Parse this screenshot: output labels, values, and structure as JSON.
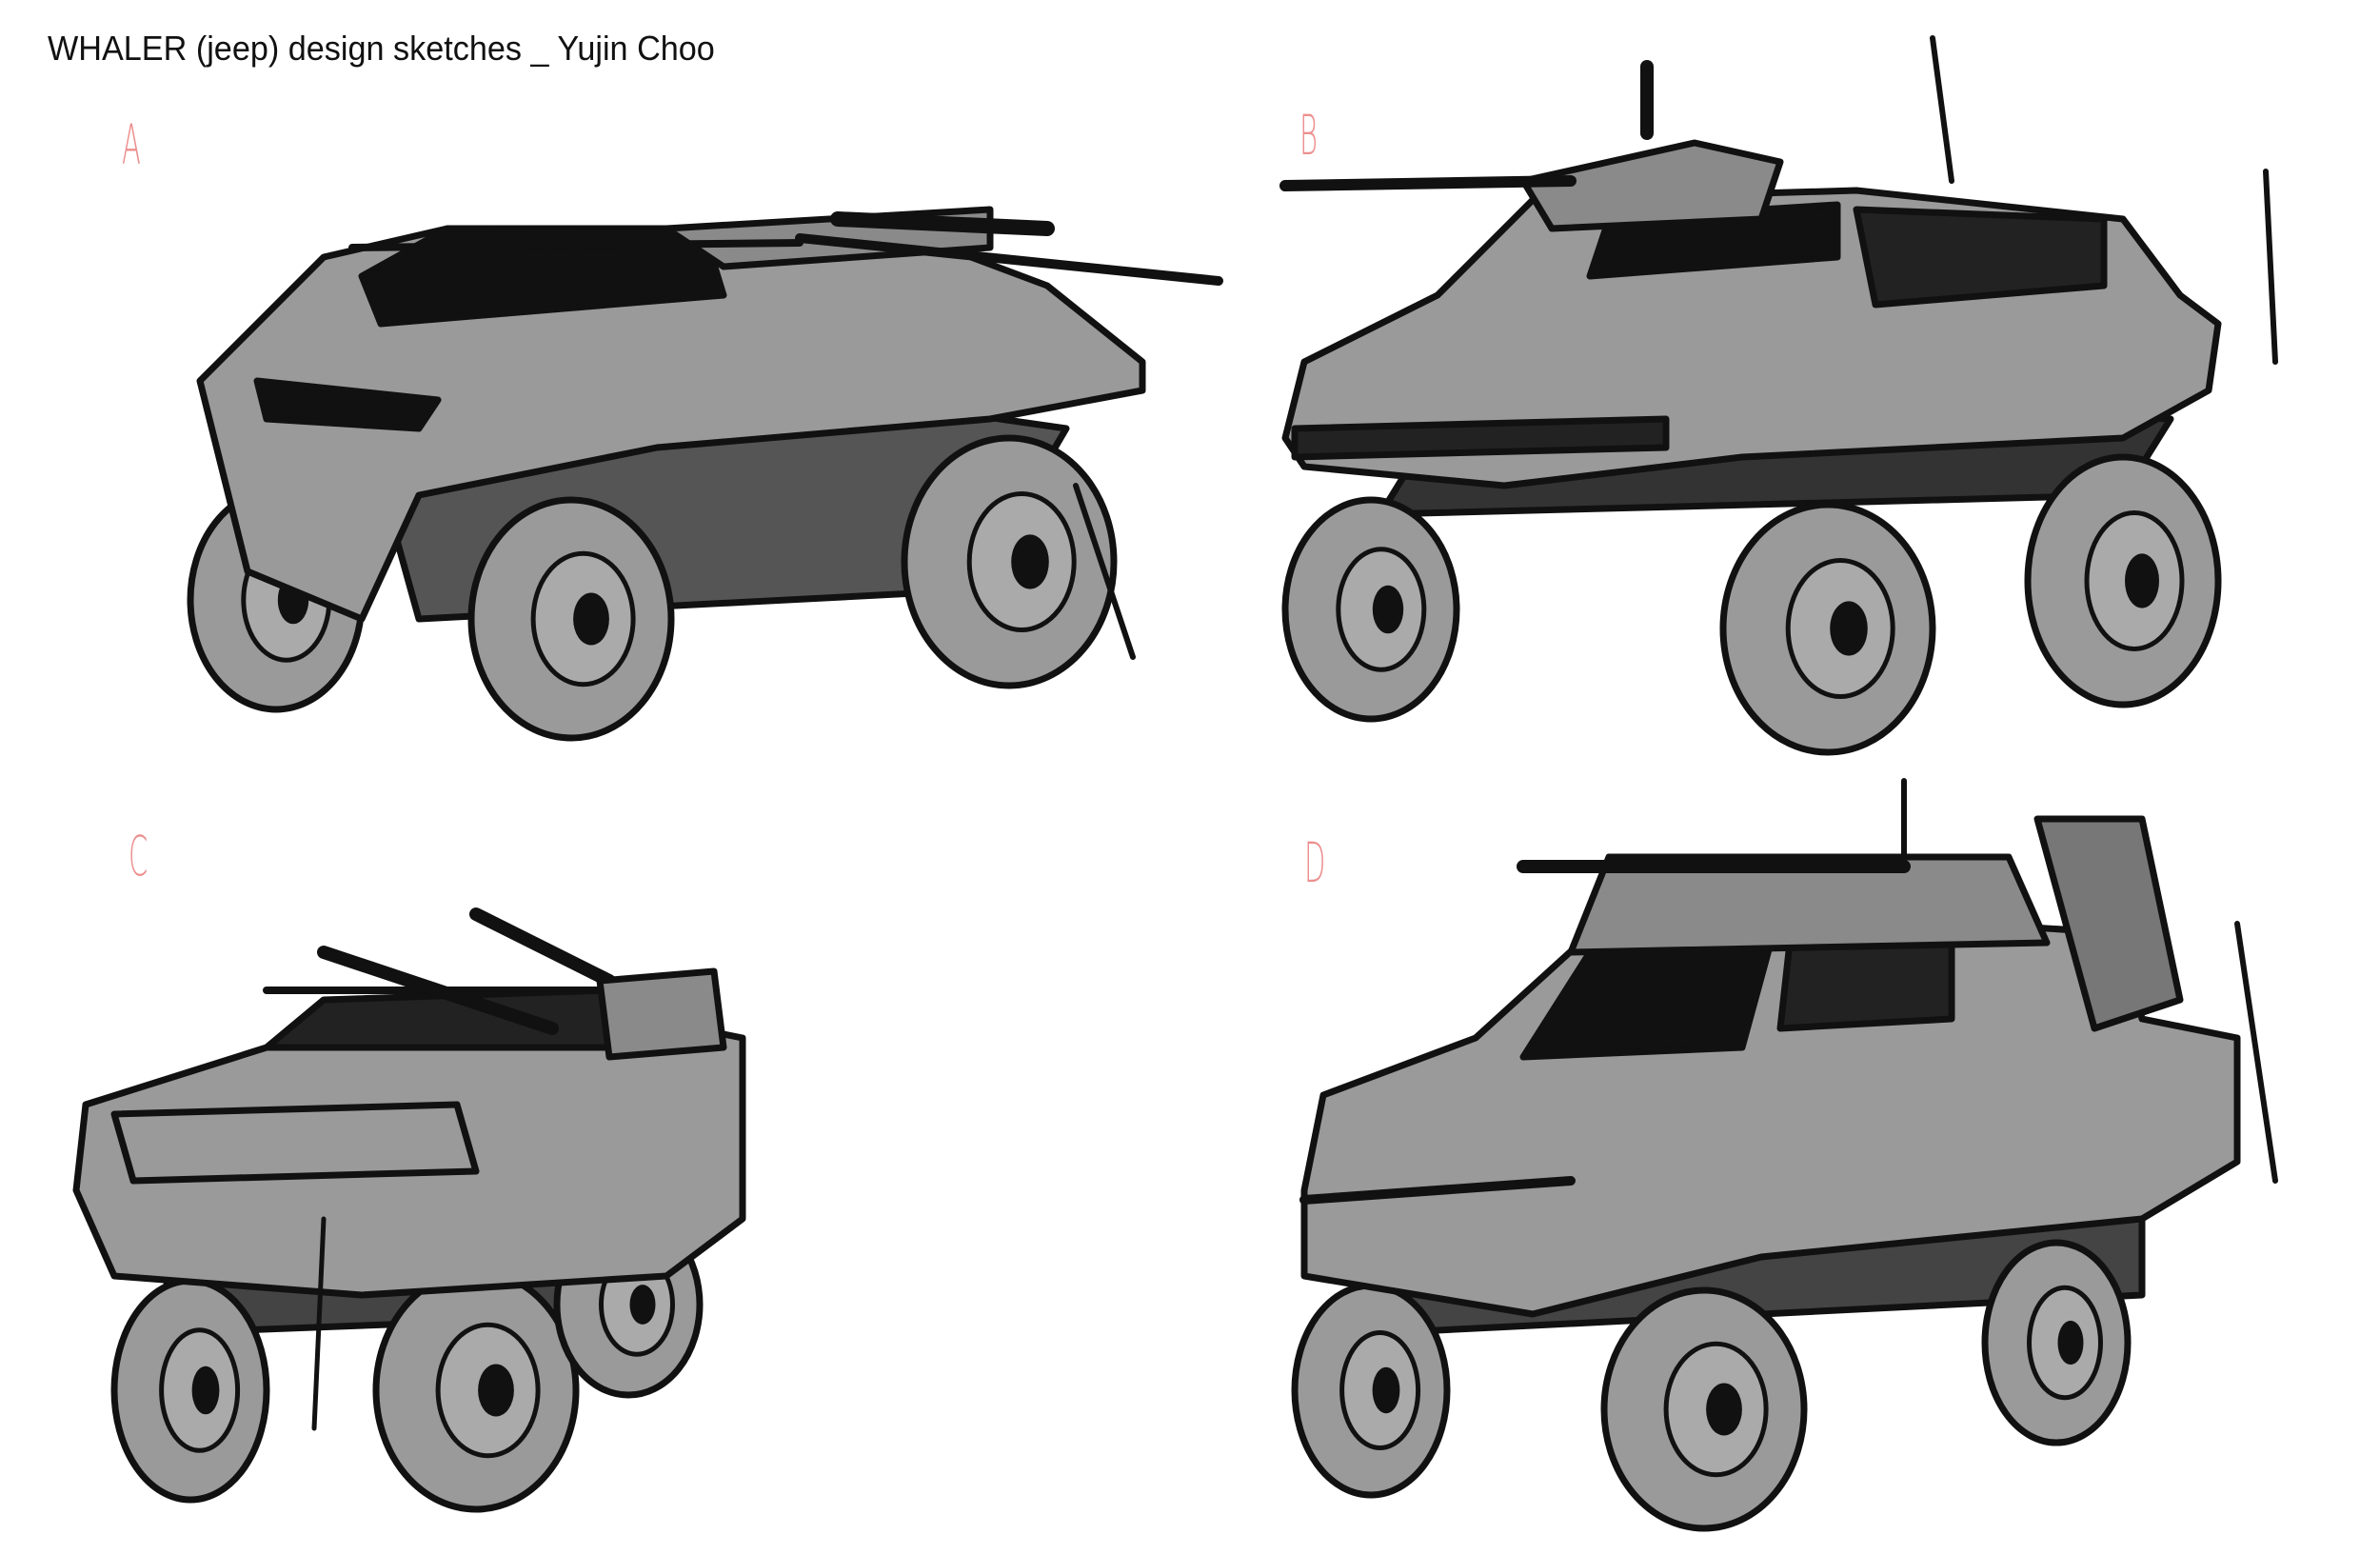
{
  "title": "WHALER (jeep) design sketches _ Yujin Choo",
  "sketches": [
    {
      "label": "A"
    },
    {
      "label": "B"
    },
    {
      "label": "C"
    },
    {
      "label": "D"
    }
  ],
  "colors": {
    "label": "#ec8f8f",
    "body": "#9a9a9a",
    "ink": "#111111",
    "background": "#ffffff"
  }
}
